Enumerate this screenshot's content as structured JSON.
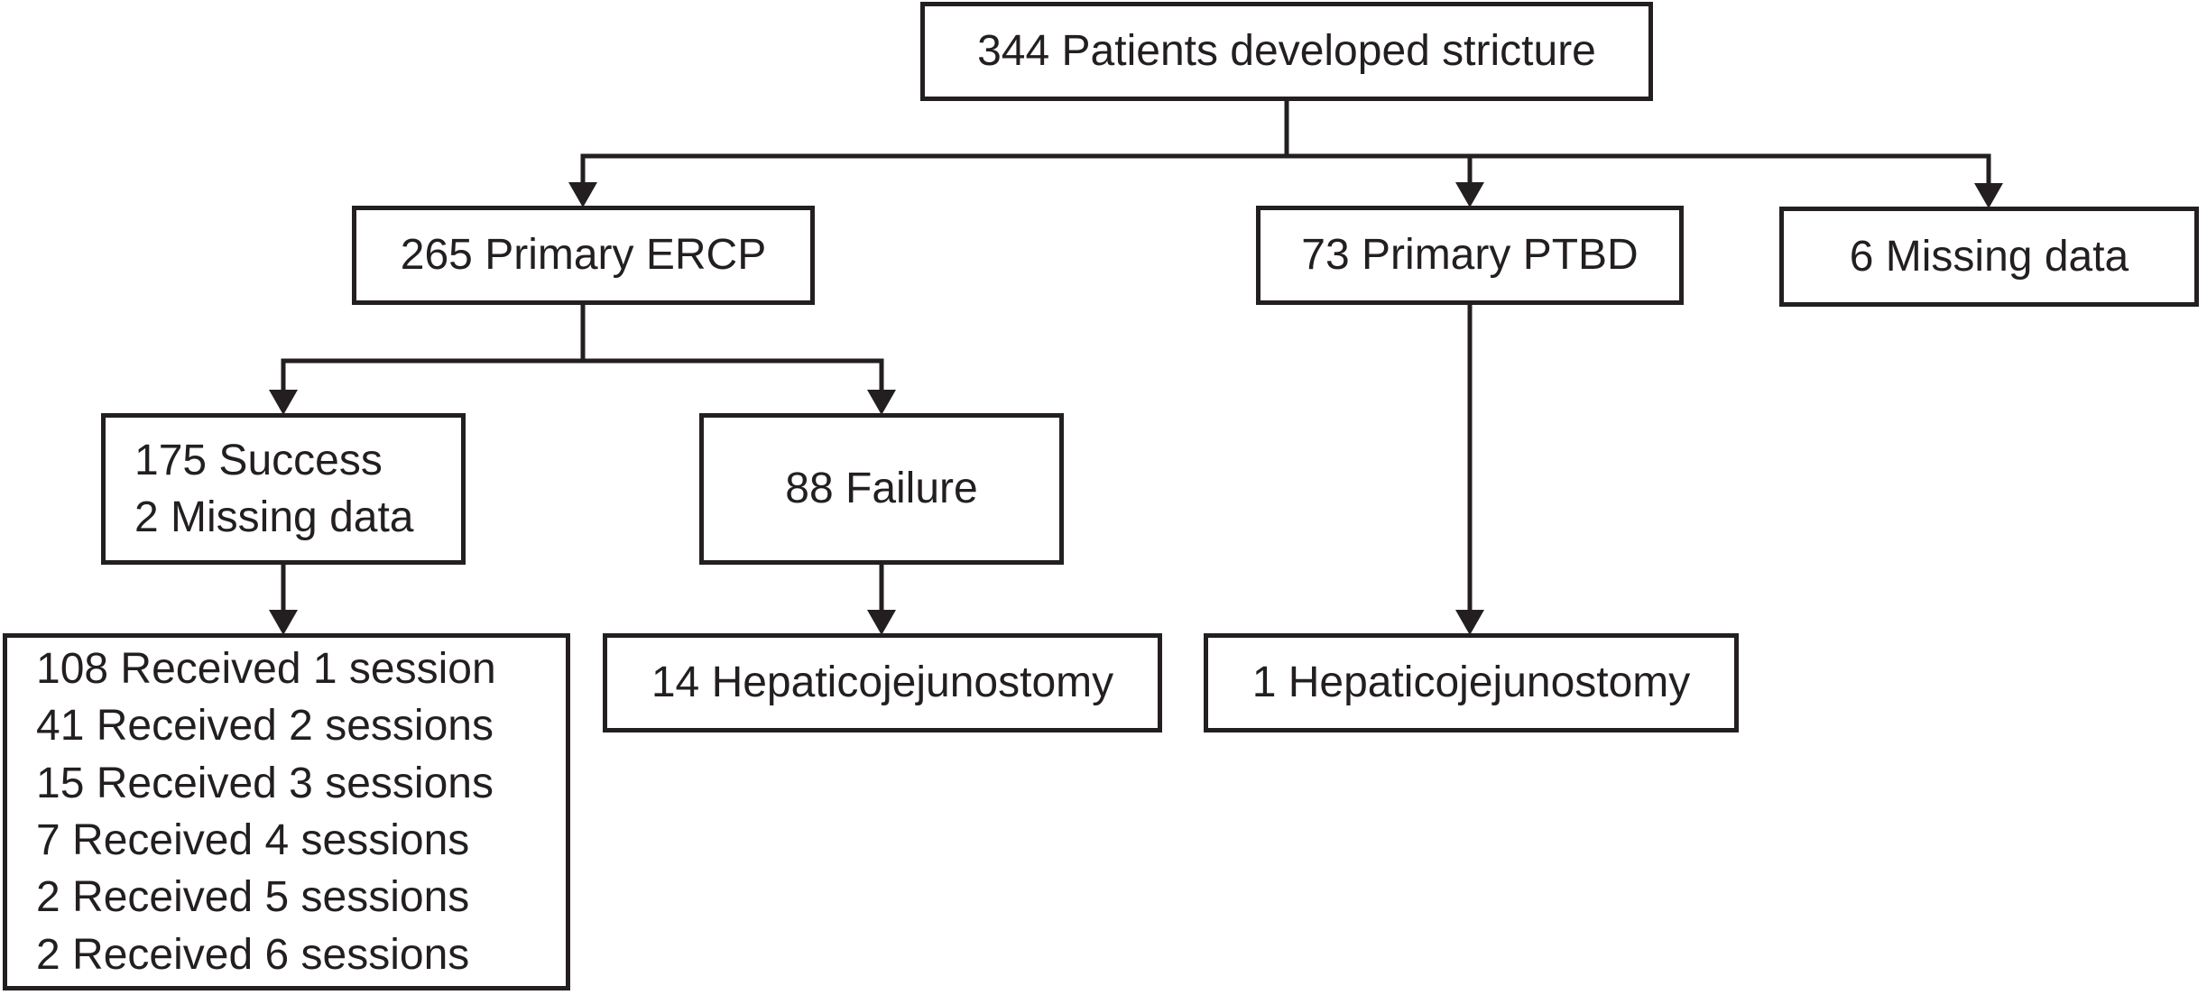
{
  "diagram": {
    "type": "flowchart",
    "background": "#ffffff",
    "line_color": "#231f20",
    "nodes": {
      "root": {
        "label": "344 Patients developed stricture"
      },
      "primary_ercp": {
        "label": "265 Primary ERCP"
      },
      "primary_ptbd": {
        "label": "73 Primary PTBD"
      },
      "missing_data": {
        "label": "6 Missing data"
      },
      "ercp_success": {
        "label": "175 Success\n2 Missing data"
      },
      "ercp_failure": {
        "label": "88 Failure"
      },
      "sessions": {
        "label": "108 Received 1 session\n41 Received 2 sessions\n15 Received 3 sessions\n7 Received 4 sessions\n2 Received 5 sessions\n2 Received 6 sessions"
      },
      "hepaticojejunostomy_after_failure": {
        "label": "14 Hepaticojejunostomy"
      },
      "hepaticojejunostomy_after_ptbd": {
        "label": "1 Hepaticojejunostomy"
      }
    }
  }
}
